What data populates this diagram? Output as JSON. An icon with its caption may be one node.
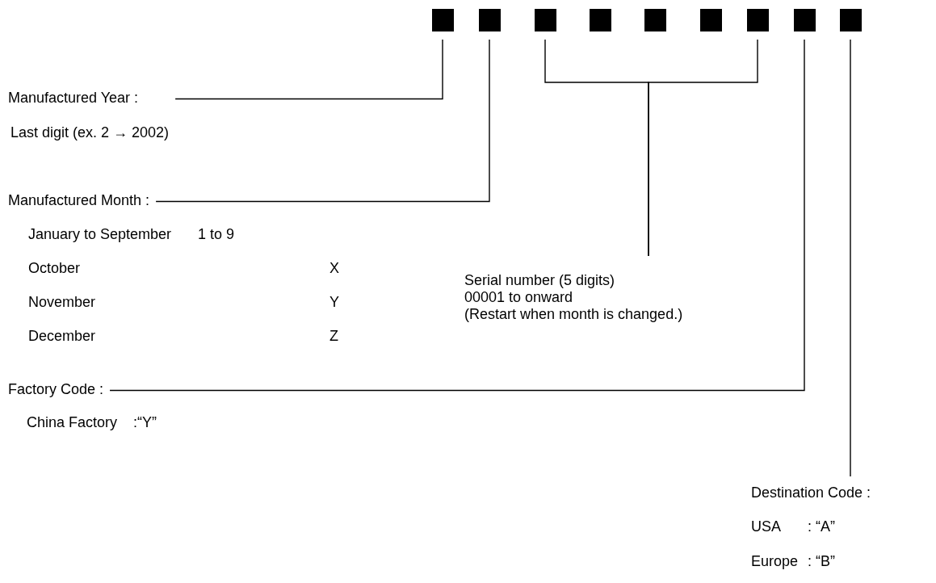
{
  "diagram": {
    "nodes": [
      {
        "text": [],
        "shape": "box"
      },
      {
        "text": [],
        "shape": "box"
      },
      {
        "text": [],
        "shape": "box"
      },
      {
        "text": [],
        "shape": "box"
      },
      {
        "text": [],
        "shape": "box"
      },
      {
        "text": [],
        "shape": "box"
      },
      {
        "text": [],
        "shape": "box"
      },
      {
        "text": [],
        "shape": "box"
      },
      {
        "text": [],
        "shape": "box"
      },
      {
        "text": [
          "Manufactured Year :",
          "Last digit (ex. 2 → 2002)"
        ]
      },
      {
        "text": [
          "Manufactured Month :"
        ]
      },
      {
        "text": [
          "Serial number (5 digits)",
          "00001 to onward",
          "(Restart when month is changed.)"
        ]
      },
      {
        "text": [
          "Factory Code :"
        ]
      },
      {
        "text": [
          "Destination Code :"
        ]
      }
    ],
    "edges": [
      {
        "from": 9,
        "to": 0,
        "arrow": "none"
      },
      {
        "from": 10,
        "to": 1,
        "arrow": "none"
      },
      {
        "from": 11,
        "to": 2,
        "arrow": "none"
      },
      {
        "from": 11,
        "to": 6,
        "arrow": "none"
      },
      {
        "from": 12,
        "to": 7,
        "arrow": "none"
      },
      {
        "from": 13,
        "to": 8,
        "arrow": "none"
      }
    ],
    "labels": [
      "January to September",
      "1 to 9",
      "October",
      "X",
      "November",
      "Y",
      "December",
      "Z",
      "China Factory",
      ":“Y”",
      "USA",
      ": “A”",
      "Europe",
      ": “B”"
    ]
  }
}
